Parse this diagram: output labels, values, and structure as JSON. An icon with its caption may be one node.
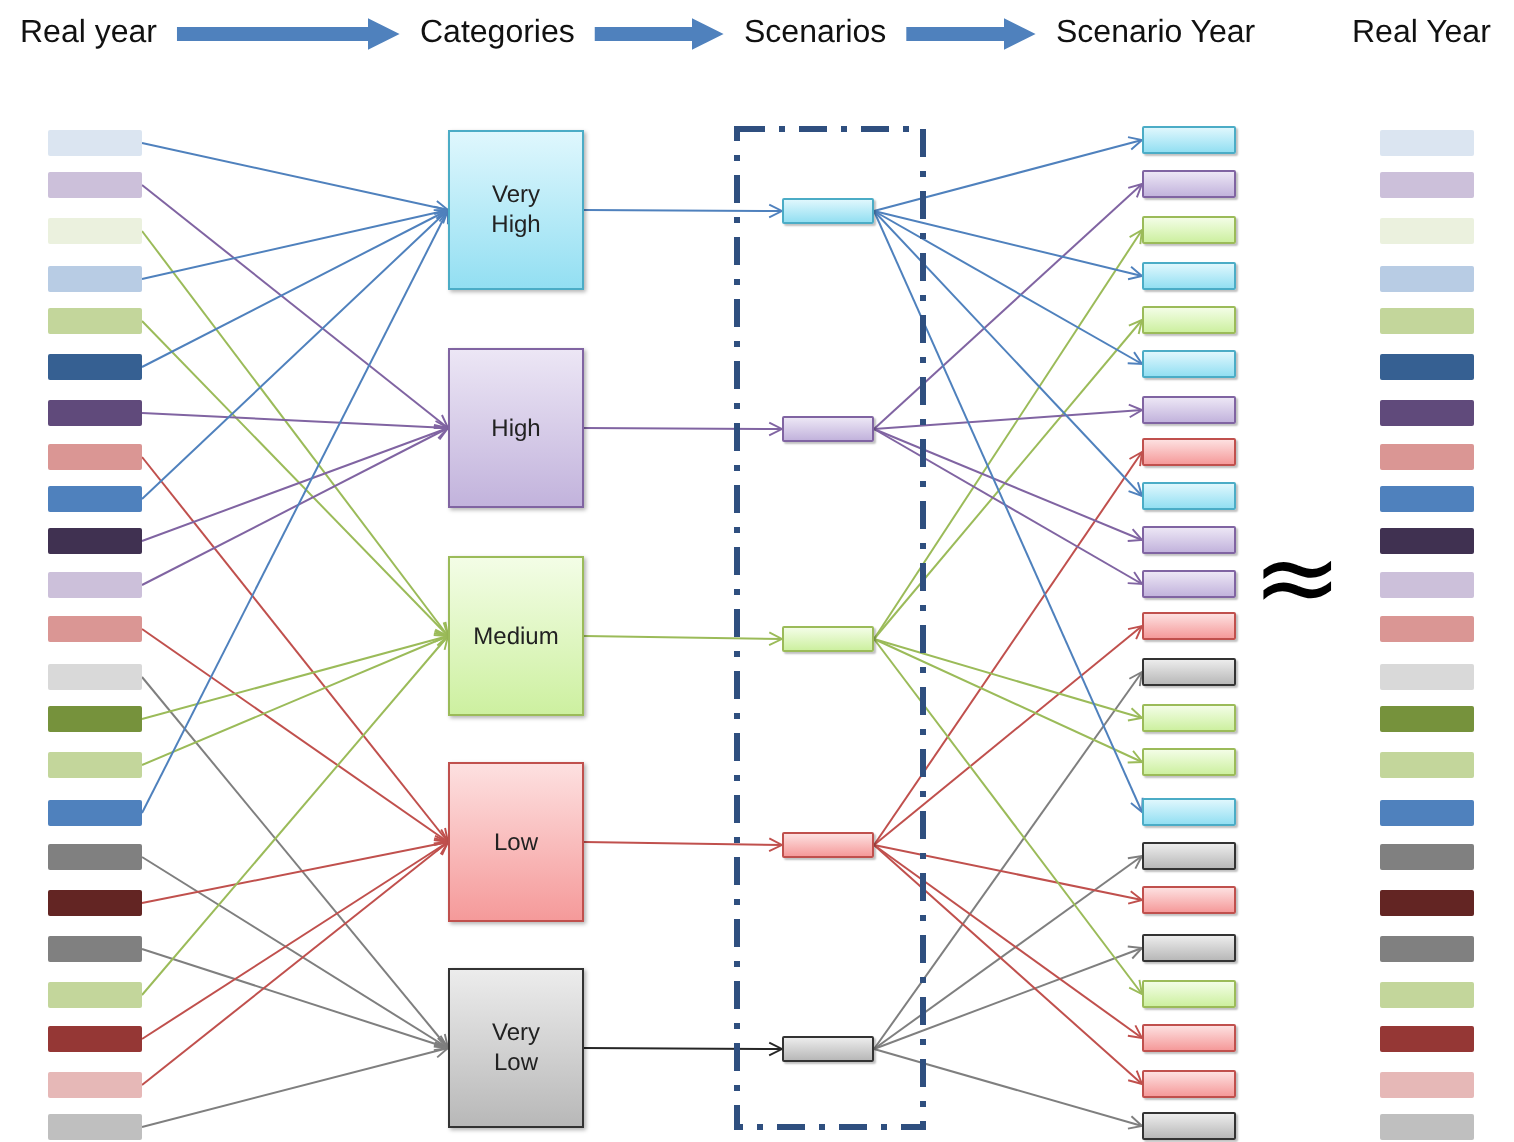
{
  "diagram": {
    "nodes": [
      {
        "text": [
          "Real year"
        ]
      },
      {
        "text": [
          "Categories"
        ]
      },
      {
        "text": [
          "Scenarios"
        ]
      },
      {
        "text": [
          "Scenario Year"
        ]
      },
      {
        "text": [
          "Real Year"
        ]
      },
      {
        "text": [],
        "shape": "bar"
      },
      {
        "text": [],
        "shape": "bar"
      },
      {
        "text": [],
        "shape": "bar"
      },
      {
        "text": [],
        "shape": "bar"
      },
      {
        "text": [],
        "shape": "bar"
      },
      {
        "text": [],
        "shape": "bar"
      },
      {
        "text": [],
        "shape": "bar"
      },
      {
        "text": [],
        "shape": "bar"
      },
      {
        "text": [],
        "shape": "bar"
      },
      {
        "text": [],
        "shape": "bar"
      },
      {
        "text": [],
        "shape": "bar"
      },
      {
        "text": [],
        "shape": "bar"
      },
      {
        "text": [],
        "shape": "bar"
      },
      {
        "text": [],
        "shape": "bar"
      },
      {
        "text": [],
        "shape": "bar"
      },
      {
        "text": [],
        "shape": "bar"
      },
      {
        "text": [],
        "shape": "bar"
      },
      {
        "text": [],
        "shape": "bar"
      },
      {
        "text": [],
        "shape": "bar"
      },
      {
        "text": [],
        "shape": "bar"
      },
      {
        "text": [],
        "shape": "bar"
      },
      {
        "text": [],
        "shape": "bar"
      },
      {
        "text": [],
        "shape": "bar"
      },
      {
        "text": [
          "Very High"
        ]
      },
      {
        "text": [
          "High"
        ]
      },
      {
        "text": [
          "Medium"
        ]
      },
      {
        "text": [
          "Low"
        ]
      },
      {
        "text": [
          "Very Low"
        ]
      },
      {
        "text": [],
        "shape": "box"
      },
      {
        "text": [],
        "shape": "bar",
        "in": 33
      },
      {
        "text": [],
        "shape": "bar",
        "in": 33
      },
      {
        "text": [],
        "shape": "bar",
        "in": 33
      },
      {
        "text": [],
        "shape": "bar",
        "in": 33
      },
      {
        "text": [],
        "shape": "bar",
        "in": 33
      },
      {
        "text": [],
        "shape": "bar"
      },
      {
        "text": [],
        "shape": "bar"
      },
      {
        "text": [],
        "shape": "bar"
      },
      {
        "text": [],
        "shape": "bar"
      },
      {
        "text": [],
        "shape": "bar"
      },
      {
        "text": [],
        "shape": "bar"
      },
      {
        "text": [],
        "shape": "bar"
      },
      {
        "text": [],
        "shape": "bar"
      },
      {
        "text": [],
        "shape": "bar"
      },
      {
        "text": [],
        "shape": "bar"
      },
      {
        "text": [],
        "shape": "bar"
      },
      {
        "text": [],
        "shape": "bar"
      },
      {
        "text": [],
        "shape": "bar"
      },
      {
        "text": [],
        "shape": "bar"
      },
      {
        "text": [],
        "shape": "bar"
      },
      {
        "text": [],
        "shape": "bar"
      },
      {
        "text": [],
        "shape": "bar"
      },
      {
        "text": [],
        "shape": "bar"
      },
      {
        "text": [],
        "shape": "bar"
      },
      {
        "text": [],
        "shape": "bar"
      },
      {
        "text": [],
        "shape": "bar"
      },
      {
        "text": [],
        "shape": "bar"
      },
      {
        "text": [],
        "shape": "bar"
      },
      {
        "text": [],
        "shape": "bar"
      },
      {
        "text": [],
        "shape": "bar"
      },
      {
        "text": [],
        "shape": "bar"
      },
      {
        "text": [],
        "shape": "bar"
      },
      {
        "text": [],
        "shape": "bar"
      },
      {
        "text": [],
        "shape": "bar"
      },
      {
        "text": [],
        "shape": "bar"
      },
      {
        "text": [],
        "shape": "bar"
      },
      {
        "text": [],
        "shape": "bar"
      },
      {
        "text": [],
        "shape": "bar"
      },
      {
        "text": [],
        "shape": "bar"
      },
      {
        "text": [],
        "shape": "bar"
      },
      {
        "text": [],
        "shape": "bar"
      },
      {
        "text": [],
        "shape": "bar"
      },
      {
        "text": [],
        "shape": "bar"
      },
      {
        "text": [],
        "shape": "bar"
      },
      {
        "text": [],
        "shape": "bar"
      },
      {
        "text": [],
        "shape": "bar"
      },
      {
        "text": [],
        "shape": "bar"
      },
      {
        "text": [],
        "shape": "bar"
      },
      {
        "text": [],
        "shape": "bar"
      },
      {
        "text": [],
        "shape": "bar"
      },
      {
        "text": [],
        "shape": "bar"
      }
    ],
    "edges": [
      {
        "from": 0,
        "to": 1,
        "arrow": "to",
        "style": "thick",
        "color": "#4f81bd"
      },
      {
        "from": 1,
        "to": 2,
        "arrow": "to",
        "style": "thick",
        "color": "#4f81bd"
      },
      {
        "from": 2,
        "to": 3,
        "arrow": "to",
        "style": "thick",
        "color": "#4f81bd"
      },
      {
        "from": 5,
        "to": 28,
        "arrow": "to",
        "color": "#4f81bd"
      },
      {
        "from": 6,
        "to": 29,
        "arrow": "to",
        "color": "#8064a2"
      },
      {
        "from": 7,
        "to": 30,
        "arrow": "to",
        "color": "#9bbb59"
      },
      {
        "from": 8,
        "to": 28,
        "arrow": "to",
        "color": "#4f81bd"
      },
      {
        "from": 9,
        "to": 30,
        "arrow": "to",
        "color": "#9bbb59"
      },
      {
        "from": 10,
        "to": 28,
        "arrow": "to",
        "color": "#4f81bd"
      },
      {
        "from": 11,
        "to": 29,
        "arrow": "to",
        "color": "#8064a2"
      },
      {
        "from": 12,
        "to": 31,
        "arrow": "to",
        "color": "#c0504d"
      },
      {
        "from": 13,
        "to": 28,
        "arrow": "to",
        "color": "#4f81bd"
      },
      {
        "from": 14,
        "to": 29,
        "arrow": "to",
        "color": "#8064a2"
      },
      {
        "from": 15,
        "to": 29,
        "arrow": "to",
        "color": "#8064a2"
      },
      {
        "from": 16,
        "to": 31,
        "arrow": "to",
        "color": "#c0504d"
      },
      {
        "from": 17,
        "to": 32,
        "arrow": "to",
        "color": "#7f7f7f"
      },
      {
        "from": 18,
        "to": 30,
        "arrow": "to",
        "color": "#9bbb59"
      },
      {
        "from": 19,
        "to": 30,
        "arrow": "to",
        "color": "#9bbb59"
      },
      {
        "from": 20,
        "to": 28,
        "arrow": "to",
        "color": "#4f81bd"
      },
      {
        "from": 21,
        "to": 32,
        "arrow": "to",
        "color": "#7f7f7f"
      },
      {
        "from": 22,
        "to": 31,
        "arrow": "to",
        "color": "#c0504d"
      },
      {
        "from": 23,
        "to": 32,
        "arrow": "to",
        "color": "#7f7f7f"
      },
      {
        "from": 24,
        "to": 30,
        "arrow": "to",
        "color": "#9bbb59"
      },
      {
        "from": 25,
        "to": 31,
        "arrow": "to",
        "color": "#c0504d"
      },
      {
        "from": 26,
        "to": 31,
        "arrow": "to",
        "color": "#c0504d"
      },
      {
        "from": 27,
        "to": 32,
        "arrow": "to",
        "color": "#7f7f7f"
      },
      {
        "from": 28,
        "to": 34,
        "arrow": "to",
        "color": "#4f81bd"
      },
      {
        "from": 29,
        "to": 35,
        "arrow": "to",
        "color": "#8064a2"
      },
      {
        "from": 30,
        "to": 36,
        "arrow": "to",
        "color": "#9bbb59"
      },
      {
        "from": 31,
        "to": 37,
        "arrow": "to",
        "color": "#c0504d"
      },
      {
        "from": 32,
        "to": 38,
        "arrow": "to",
        "color": "#262626"
      },
      {
        "from": 34,
        "to": 39,
        "arrow": "to",
        "color": "#4f81bd"
      },
      {
        "from": 35,
        "to": 40,
        "arrow": "to",
        "color": "#8064a2"
      },
      {
        "from": 36,
        "to": 41,
        "arrow": "to",
        "color": "#9bbb59"
      },
      {
        "from": 34,
        "to": 42,
        "arrow": "to",
        "color": "#4f81bd"
      },
      {
        "from": 36,
        "to": 43,
        "arrow": "to",
        "color": "#9bbb59"
      },
      {
        "from": 34,
        "to": 44,
        "arrow": "to",
        "color": "#4f81bd"
      },
      {
        "from": 35,
        "to": 45,
        "arrow": "to",
        "color": "#8064a2"
      },
      {
        "from": 37,
        "to": 46,
        "arrow": "to",
        "color": "#c0504d"
      },
      {
        "from": 34,
        "to": 47,
        "arrow": "to",
        "color": "#4f81bd"
      },
      {
        "from": 35,
        "to": 48,
        "arrow": "to",
        "color": "#8064a2"
      },
      {
        "from": 35,
        "to": 49,
        "arrow": "to",
        "color": "#8064a2"
      },
      {
        "from": 37,
        "to": 50,
        "arrow": "to",
        "color": "#c0504d"
      },
      {
        "from": 38,
        "to": 51,
        "arrow": "to",
        "color": "#7f7f7f"
      },
      {
        "from": 36,
        "to": 52,
        "arrow": "to",
        "color": "#9bbb59"
      },
      {
        "from": 36,
        "to": 53,
        "arrow": "to",
        "color": "#9bbb59"
      },
      {
        "from": 34,
        "to": 54,
        "arrow": "to",
        "color": "#4f81bd"
      },
      {
        "from": 38,
        "to": 55,
        "arrow": "to",
        "color": "#7f7f7f"
      },
      {
        "from": 37,
        "to": 56,
        "arrow": "to",
        "color": "#c0504d"
      },
      {
        "from": 38,
        "to": 57,
        "arrow": "to",
        "color": "#7f7f7f"
      },
      {
        "from": 36,
        "to": 58,
        "arrow": "to",
        "color": "#9bbb59"
      },
      {
        "from": 37,
        "to": 59,
        "arrow": "to",
        "color": "#c0504d"
      },
      {
        "from": 37,
        "to": 60,
        "arrow": "to",
        "color": "#c0504d"
      },
      {
        "from": 38,
        "to": 61,
        "arrow": "to",
        "color": "#7f7f7f"
      }
    ],
    "labels": [
      "≈"
    ]
  }
}
